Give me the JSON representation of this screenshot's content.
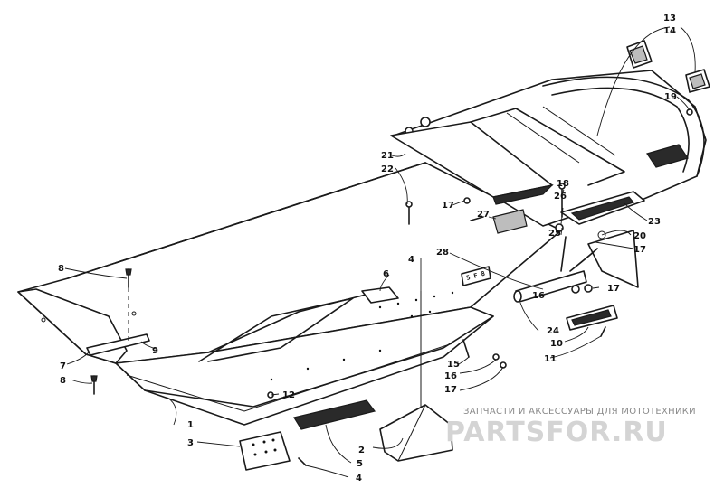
{
  "callouts": [
    "1",
    "2",
    "3",
    "4",
    "5",
    "6",
    "7",
    "8",
    "9",
    "10",
    "11",
    "12",
    "13",
    "14",
    "15",
    "16",
    "17",
    "18",
    "19",
    "20",
    "21",
    "22",
    "23",
    "24",
    "25",
    "26",
    "27",
    "28"
  ],
  "plate_label": "5 F 8",
  "watermark": {
    "tagline": "ЗАПЧАСТИ И АКСЕССУАРЫ ДЛЯ МОТОТЕХНИКИ",
    "brand": "PARTSFOR.RU"
  }
}
